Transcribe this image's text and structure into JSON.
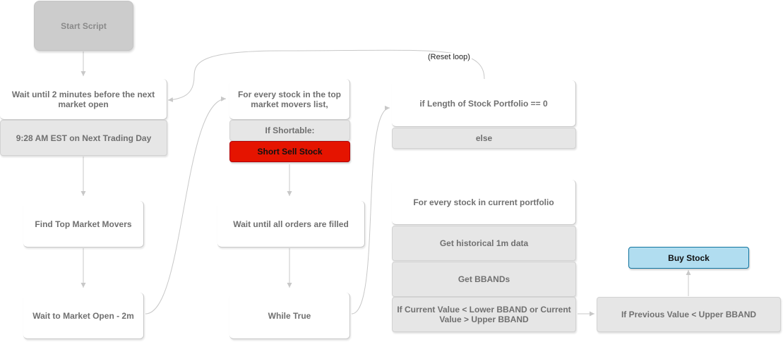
{
  "nodes": {
    "start_script": "Start Script",
    "wait_before_open": "Wait until 2 minutes before the next market open",
    "next_trading_day": "9:28 AM EST on Next Trading Day",
    "find_movers": "Find Top Market Movers",
    "wait_market_open": "Wait to Market Open - 2m",
    "for_every_mover": "For every stock in the top market movers list,",
    "if_shortable": "If Shortable:",
    "short_sell": "Short Sell Stock",
    "wait_orders_filled": "Wait until all orders are filled",
    "while_true": "While True",
    "if_portfolio_empty": "if Length of Stock Portfolio == 0",
    "else": "else",
    "for_every_portfolio": "For every stock in current portfolio",
    "get_historical": "Get historical 1m data",
    "get_bbands": "Get BBANDs",
    "if_current_value": "If Current Value < Lower BBAND or Current Value > Upper BBAND",
    "if_previous_value": "If Previous Value < Upper BBAND",
    "buy_stock": "Buy Stock"
  },
  "edge_labels": {
    "reset_loop": "(Reset loop)"
  },
  "colors": {
    "connector": "#c8c8c8",
    "short_sell_fill": "#e51400",
    "buy_stock_fill": "#b1ddf0",
    "start_fill": "#cccccc",
    "step_fill": "#e6e6e6"
  }
}
